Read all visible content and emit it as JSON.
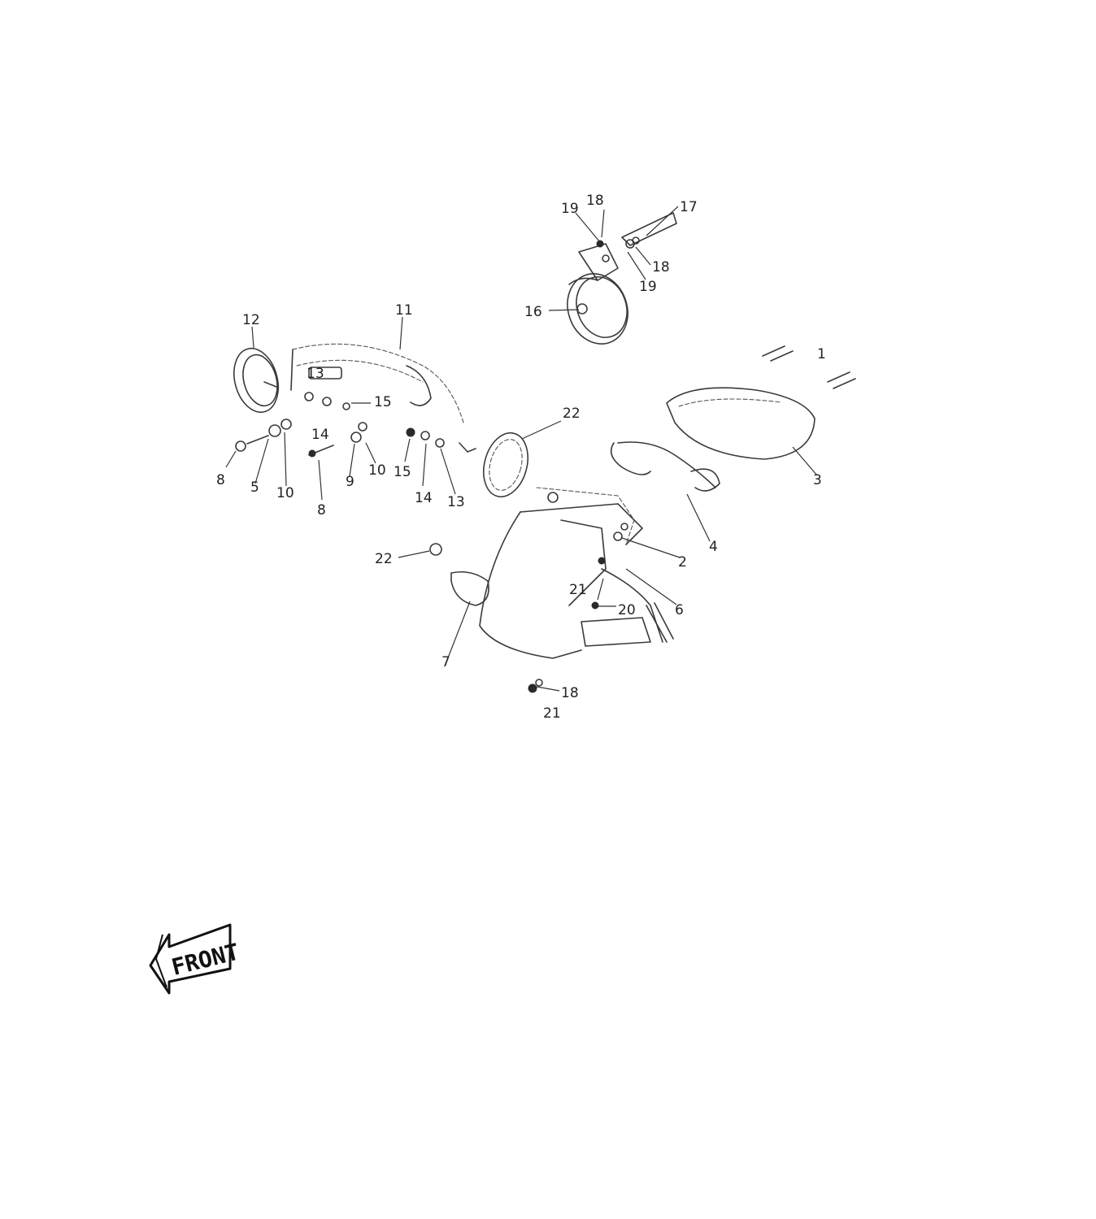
{
  "callouts": [
    {
      "id": "c12a",
      "text": "12"
    },
    {
      "id": "c11a",
      "text": "11"
    },
    {
      "id": "c13a",
      "text": "13"
    },
    {
      "id": "c15a",
      "text": "15"
    },
    {
      "id": "c14a",
      "text": "14"
    },
    {
      "id": "c8a",
      "text": "8"
    },
    {
      "id": "c5a",
      "text": "5"
    },
    {
      "id": "c10a",
      "text": "10"
    },
    {
      "id": "c8b",
      "text": "8"
    },
    {
      "id": "c9a",
      "text": "9"
    },
    {
      "id": "c10b",
      "text": "10"
    },
    {
      "id": "c15b",
      "text": "15"
    },
    {
      "id": "c14b",
      "text": "14"
    },
    {
      "id": "c13b",
      "text": "13"
    },
    {
      "id": "c22a",
      "text": "22"
    },
    {
      "id": "c19a",
      "text": "19"
    },
    {
      "id": "c18a",
      "text": "18"
    },
    {
      "id": "c17a",
      "text": "17"
    },
    {
      "id": "c18b",
      "text": "18"
    },
    {
      "id": "c19b",
      "text": "19"
    },
    {
      "id": "c16a",
      "text": "16"
    },
    {
      "id": "c1a",
      "text": "1"
    },
    {
      "id": "c3a",
      "text": "3"
    },
    {
      "id": "c4a",
      "text": "4"
    },
    {
      "id": "c2a",
      "text": "2"
    },
    {
      "id": "c6a",
      "text": "6"
    },
    {
      "id": "c22b",
      "text": "22"
    },
    {
      "id": "c21a",
      "text": "21"
    },
    {
      "id": "c20a",
      "text": "20"
    },
    {
      "id": "c7a",
      "text": "7"
    },
    {
      "id": "c18c",
      "text": "18"
    },
    {
      "id": "c21b",
      "text": "21"
    }
  ],
  "front_label": "FRONT"
}
